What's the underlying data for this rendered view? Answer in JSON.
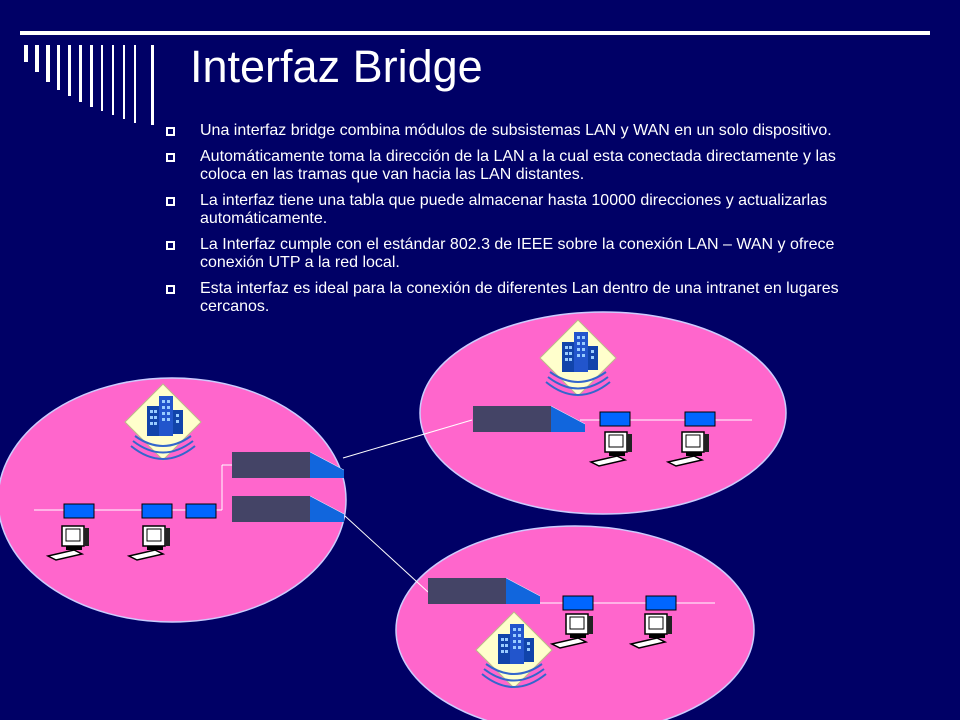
{
  "slide": {
    "title": "Interfaz Bridge",
    "bullets": [
      "Una interfaz bridge combina módulos de subsistemas LAN y WAN en un solo dispositivo.",
      "Automáticamente toma la dirección de la LAN a la cual esta conectada directamente y las coloca en las tramas que van hacia las LAN distantes.",
      "La interfaz tiene una tabla que puede almacenar hasta 10000 direcciones y actualizarlas automáticamente.",
      "La Interfaz cumple con el estándar 802.3 de IEEE sobre la conexión LAN – WAN y ofrece conexión UTP a la red local.",
      "Esta interfaz es ideal para la conexión de diferentes Lan dentro de una intranet en lugares cercanos."
    ]
  },
  "colors": {
    "background": "#000066",
    "lan_fill": "#ff66cc",
    "text": "#ffffff",
    "device": "#444466",
    "nic": "#0066ff"
  },
  "diagram": {
    "lans": [
      {
        "name": "lan-left",
        "icons": [
          "building-icon",
          "computer-icon",
          "computer-icon",
          "network-card-icon",
          "bridge-device-icon",
          "bridge-device-icon"
        ]
      },
      {
        "name": "lan-top-right",
        "icons": [
          "building-icon",
          "computer-icon",
          "computer-icon",
          "bridge-device-icon"
        ]
      },
      {
        "name": "lan-bottom-right",
        "icons": [
          "building-icon",
          "computer-icon",
          "computer-icon",
          "bridge-device-icon"
        ]
      }
    ]
  }
}
